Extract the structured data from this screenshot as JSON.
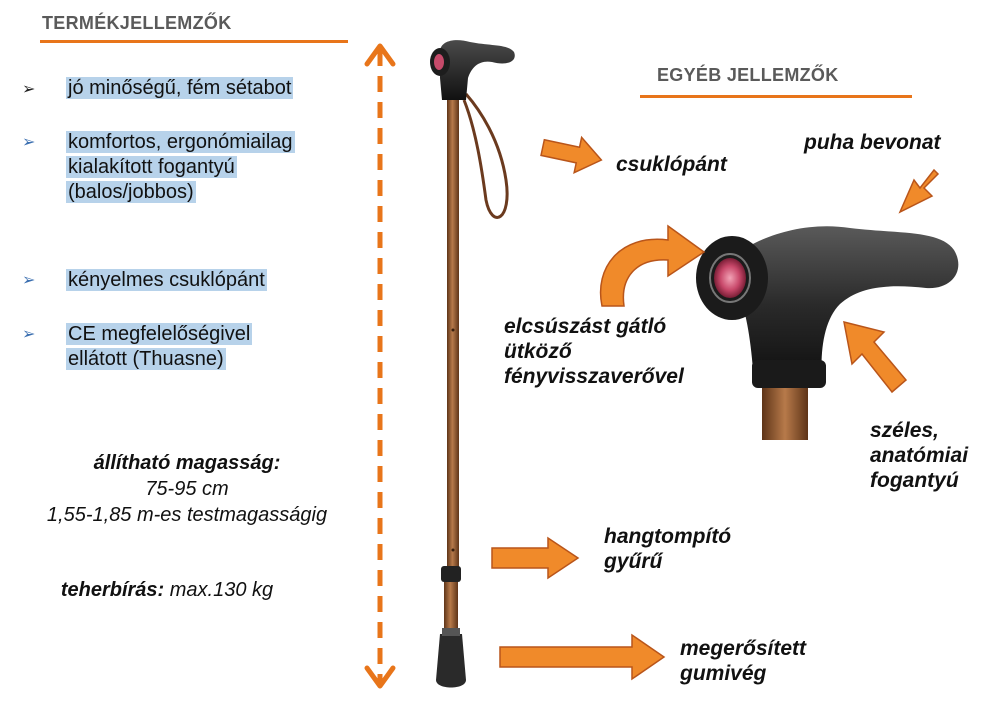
{
  "left": {
    "heading": "TERMÉKJELLEMZŐK",
    "features": [
      {
        "lines": [
          "jó minőségű, fém sétabot"
        ]
      },
      {
        "lines": [
          "komfortos, ergonómiailag",
          "kialakított fogantyú",
          "(balos/jobbos)"
        ]
      },
      {
        "lines": [
          "kényelmes csuklópánt"
        ]
      },
      {
        "lines": [
          "CE megfelelőségivel",
          "ellátott (Thuasne)"
        ]
      }
    ],
    "height_label": "állítható magasság:",
    "height_value": "75-95 cm",
    "height_range": "1,55-1,85 m-es testmagasságig",
    "load_label": "teherbírás:",
    "load_value": "max.130 kg"
  },
  "right": {
    "heading": "EGYÉB JELLEMZŐK",
    "callouts": {
      "strap": "csuklópánt",
      "soft": "puha bevonat",
      "antislip": [
        "elcsúszást gátló",
        "ütköző",
        "fényvisszaverővel"
      ],
      "wide": [
        "széles,",
        "anatómiai",
        "fogantyú"
      ],
      "ring": [
        "hangtompító",
        "gyűrű"
      ],
      "tip": [
        "megerősített",
        "gumivég"
      ]
    }
  },
  "colors": {
    "accent": "#e8751a",
    "highlight": "#b7d2ea",
    "heading": "#5a5a5a",
    "shaft": "#8a5430"
  },
  "icons": [
    "bullet-arrow-icon",
    "double-arrow-dashed-icon",
    "right-arrow-icon",
    "curved-arrow-icon",
    "diagonal-arrow-icon",
    "walking-cane-image",
    "cane-handle-closeup-image"
  ]
}
